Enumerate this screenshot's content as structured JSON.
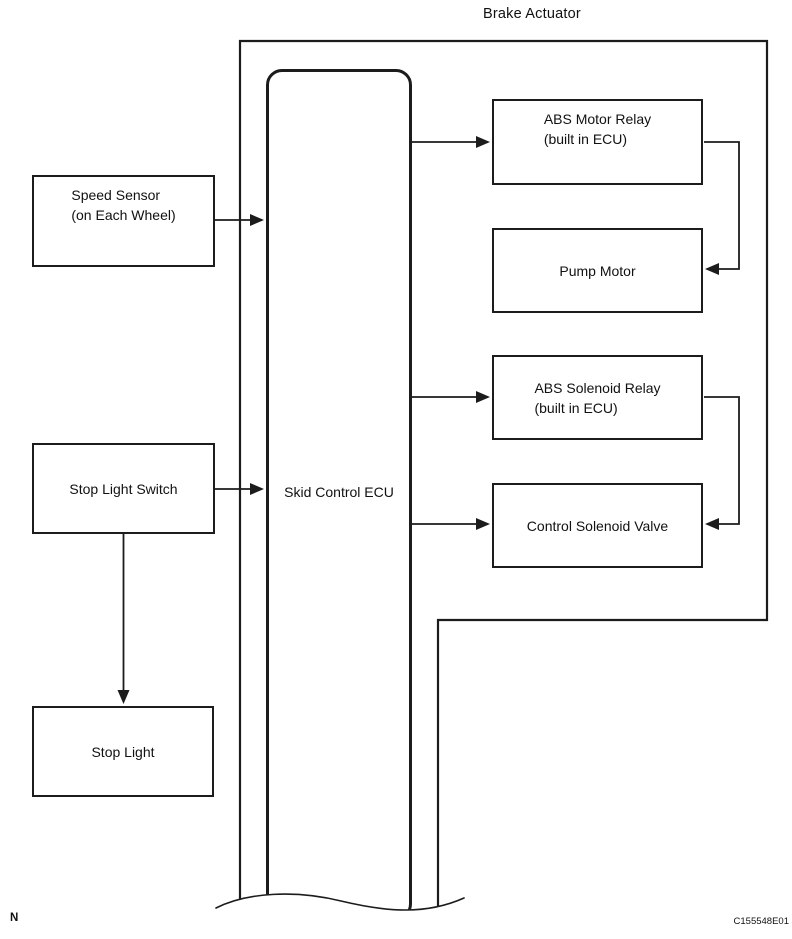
{
  "diagram": {
    "title": "Brake Actuator",
    "nodes": {
      "speed_sensor": {
        "line1": "Speed Sensor",
        "line2": "(on Each Wheel)"
      },
      "stop_light_switch": {
        "label": "Stop Light Switch"
      },
      "stop_light": {
        "label": "Stop Light"
      },
      "skid_control_ecu": {
        "label": "Skid Control ECU"
      },
      "abs_motor_relay": {
        "line1": "ABS Motor Relay",
        "line2": "(built in ECU)"
      },
      "pump_motor": {
        "label": "Pump Motor"
      },
      "abs_solenoid_relay": {
        "line1": "ABS Solenoid Relay",
        "line2": "(built in ECU)"
      },
      "control_solenoid_valve": {
        "label": "Control Solenoid Valve"
      }
    },
    "edges": [
      {
        "from": "speed-sensor",
        "to": "skid-control-ecu"
      },
      {
        "from": "stop-light-switch",
        "to": "skid-control-ecu"
      },
      {
        "from": "stop-light-switch",
        "to": "stop-light"
      },
      {
        "from": "skid-control-ecu",
        "to": "abs-motor-relay"
      },
      {
        "from": "abs-motor-relay",
        "to": "pump-motor"
      },
      {
        "from": "skid-control-ecu",
        "to": "abs-solenoid-relay"
      },
      {
        "from": "abs-solenoid-relay",
        "to": "control-solenoid-valve"
      },
      {
        "from": "skid-control-ecu",
        "to": "control-solenoid-valve"
      }
    ],
    "footer": {
      "page_marker": "N",
      "figure_code": "C155548E01"
    },
    "colors": {
      "line": "#1c1c1c",
      "background": "#ffffff"
    }
  }
}
